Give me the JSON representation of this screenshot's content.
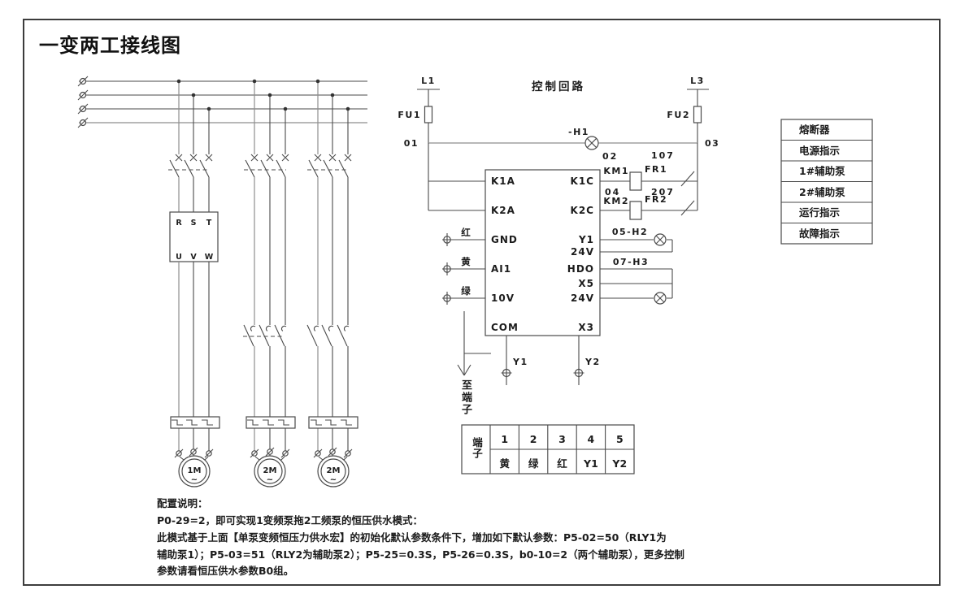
{
  "title": "一变两工接线图",
  "colors": {
    "ink": "#1c1c1c",
    "line": "#4a4a4a",
    "line_light": "#8e8e8e",
    "background": "#ffffff"
  },
  "power": {
    "vfd_top": [
      "R",
      "S",
      "T"
    ],
    "vfd_bottom": [
      "U",
      "V",
      "W"
    ],
    "motors": [
      "1M",
      "2M",
      "2M"
    ],
    "ac": "~"
  },
  "control": {
    "heading": "控制回路",
    "l1": "L1",
    "l3": "L3",
    "fu1": "FU1",
    "fu2": "FU2",
    "n01": "01",
    "n02": "02",
    "n03": "03",
    "n04": "04",
    "n107": "107",
    "n207": "207",
    "h1": "-H1",
    "km1": "KM1",
    "fr1": "FR1",
    "km2": "KM2",
    "fr2": "FR2",
    "lamp2": "05-H2",
    "lamp3": "07-H3",
    "left_terminals": [
      "K1A",
      "K2A",
      "GND",
      "AI1",
      "10V",
      "COM"
    ],
    "right_terminals": [
      "K1C",
      "K2C",
      "Y1",
      "24V",
      "HDO",
      "X5",
      "24V",
      "X3"
    ],
    "wire_red": "红",
    "wire_yellow": "黄",
    "wire_green": "绿",
    "to_terminals": "至端子",
    "y1_out": "Y1",
    "y2_out": "Y2"
  },
  "terminal_table": {
    "row_header": "端子",
    "numbers": [
      "1",
      "2",
      "3",
      "4",
      "5"
    ],
    "values": [
      "黄",
      "绿",
      "红",
      "Y1",
      "Y2"
    ]
  },
  "legend": [
    "熔断器",
    "电源指示",
    "1#辅助泵",
    "2#辅助泵",
    "运行指示",
    "故障指示"
  ],
  "notes": {
    "line1": "配置说明：",
    "line2": "P0-29=2，即可实现1变频泵拖2工频泵的恒压供水模式：",
    "line3": "此模式基于上面【单泵变频恒压力供水宏】的初始化默认参数条件下，增加如下默认参数：P5-02=50（RLY1为",
    "line4": "辅助泵1）；P5-03=51（RLY2为辅助泵2）；P5-25=0.3S，P5-26=0.3S，b0-10=2（两个辅助泵），更多控制",
    "line5": "参数请看恒压供水参数B0组。"
  }
}
